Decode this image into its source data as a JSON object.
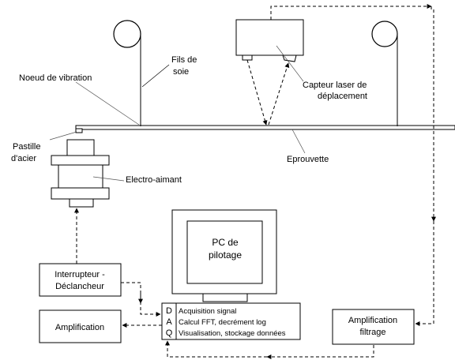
{
  "labels": {
    "fils_line1": "Fils de",
    "fils_line2": "soie",
    "noeud": "Noeud de vibration",
    "capteur_line1": "Capteur laser de",
    "capteur_line2": "déplacement",
    "pastille_line1": "Pastille",
    "pastille_line2": "d'acier",
    "eprouvette": "Eprouvette",
    "electro": "Electro-aimant"
  },
  "boxes": {
    "pc_line1": "PC de",
    "pc_line2": "pilotage",
    "interrupteur_line1": "Interrupteur -",
    "interrupteur_line2": "Déclancheur",
    "amplification": "Amplification",
    "ampfilt_line1": "Amplification",
    "ampfilt_line2": "filtrage"
  },
  "daq": {
    "letters": [
      "D",
      "A",
      "Q"
    ],
    "lines": [
      "Acquisition signal",
      "Calcul FFT, decrément log",
      "Visualisation, stockage données"
    ]
  }
}
